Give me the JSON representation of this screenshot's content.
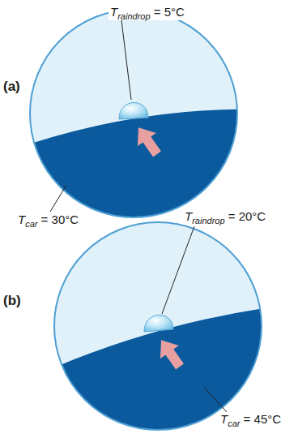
{
  "diagram": {
    "labels": [
      "Traindrop = 5°C",
      "(a)",
      "Tcar = 30°C",
      "Traindrop = 20°C",
      "(b)",
      "Tcar = 45°C"
    ]
  }
}
